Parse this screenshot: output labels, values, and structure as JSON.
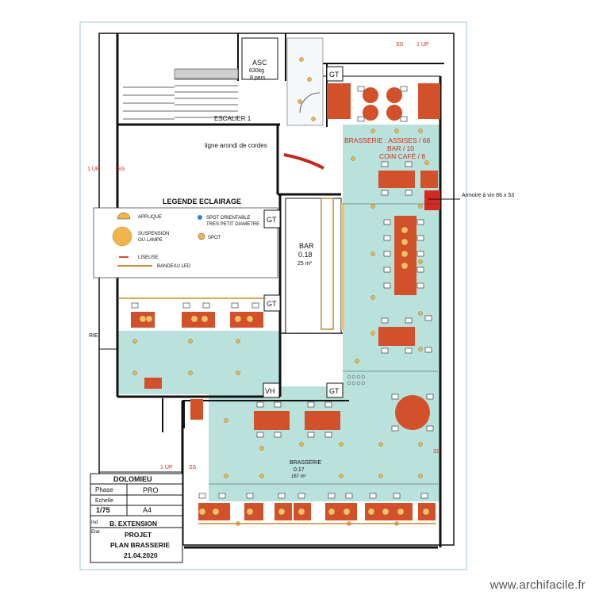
{
  "tb": {
    "project": "DOLOMIEU",
    "phase_label": "Phase",
    "phase": "PRO",
    "scale_label": "Echelle",
    "scale": "1/75",
    "format": "A4",
    "ind_label": "Ind",
    "etat_label": "Etat",
    "title1": "B. EXTENSION",
    "title2": "PROJET",
    "title3": "PLAN BRASSERIE",
    "date": "21.04.2020"
  },
  "legend": {
    "title": "LEGENDE ECLAIRAGE",
    "applique": "APPLIQUE",
    "suspension1": "SUSPENSION",
    "suspension2": "OU LAMPE",
    "spot_orient1": "SPOT ORIENTABLE",
    "spot_orient2": "TRES PETIT DIAMETRE",
    "spot": "SPOT",
    "liseuse": "LISEUSE",
    "bandeau": "BANDEAU LED"
  },
  "rooms": {
    "escalier": "ESCALIER 1",
    "asc": "ASC",
    "asc_kg": "630kg",
    "asc_pers": "8 pers",
    "bar": "BAR",
    "bar_num": "0.18",
    "bar_area": "25 m²",
    "brasserie": "BRASSERIE",
    "brasserie_num": "0.17",
    "brasserie_area": "167 m²",
    "gt": "GT",
    "vh": "VH",
    "rie": "RIE"
  },
  "notes": {
    "brasserie_line1": "BRASSERIE : ASSISES / 68",
    "brasserie_line2": "BAR / 10",
    "brasserie_line3": "COIN CAFÉ / 8",
    "ligne": "ligne arondi de cordes",
    "armoire": "Armoire à vin 86 x 53",
    "up1": "1 UP",
    "up2": "1 UP",
    "up3": "1 UP",
    "ss": "SS"
  },
  "footer": "www.archifacile.fr",
  "colors": {
    "teal": "#b9e2dc",
    "furniture": "#d2502a",
    "seat": "#f3c16d",
    "lamp": "#f0b54c",
    "red": "#d42a1e",
    "wall": "#111111"
  }
}
